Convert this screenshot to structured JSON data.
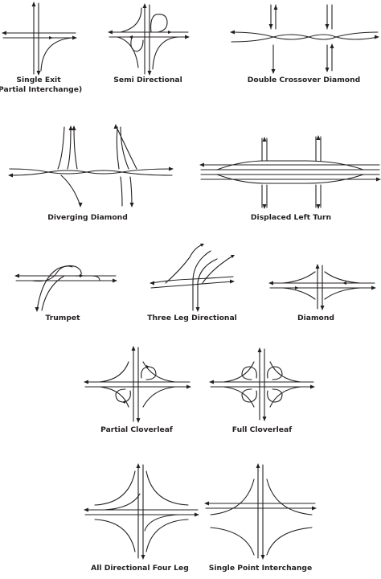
{
  "figure": {
    "ink_color": "#231f20",
    "background": "#ffffff",
    "interchanges": [
      {
        "id": "single-exit",
        "label_line1": "Single Exit",
        "label_line2": "(Partial Interchange)"
      },
      {
        "id": "semi-directional",
        "label_line1": "Semi Directional"
      },
      {
        "id": "double-crossover-diamond",
        "label_line1": "Double Crossover Diamond"
      },
      {
        "id": "diverging-diamond",
        "label_line1": "Diverging Diamond"
      },
      {
        "id": "displaced-left-turn",
        "label_line1": "Displaced Left Turn"
      },
      {
        "id": "trumpet",
        "label_line1": "Trumpet"
      },
      {
        "id": "three-leg-directional",
        "label_line1": "Three Leg Directional"
      },
      {
        "id": "diamond",
        "label_line1": "Diamond"
      },
      {
        "id": "partial-cloverleaf",
        "label_line1": "Partial Cloverleaf"
      },
      {
        "id": "full-cloverleaf",
        "label_line1": "Full Cloverleaf"
      },
      {
        "id": "all-directional-four-leg",
        "label_line1": "All Directional Four Leg"
      },
      {
        "id": "single-point-interchange",
        "label_line1": "Single Point Interchange"
      }
    ]
  }
}
